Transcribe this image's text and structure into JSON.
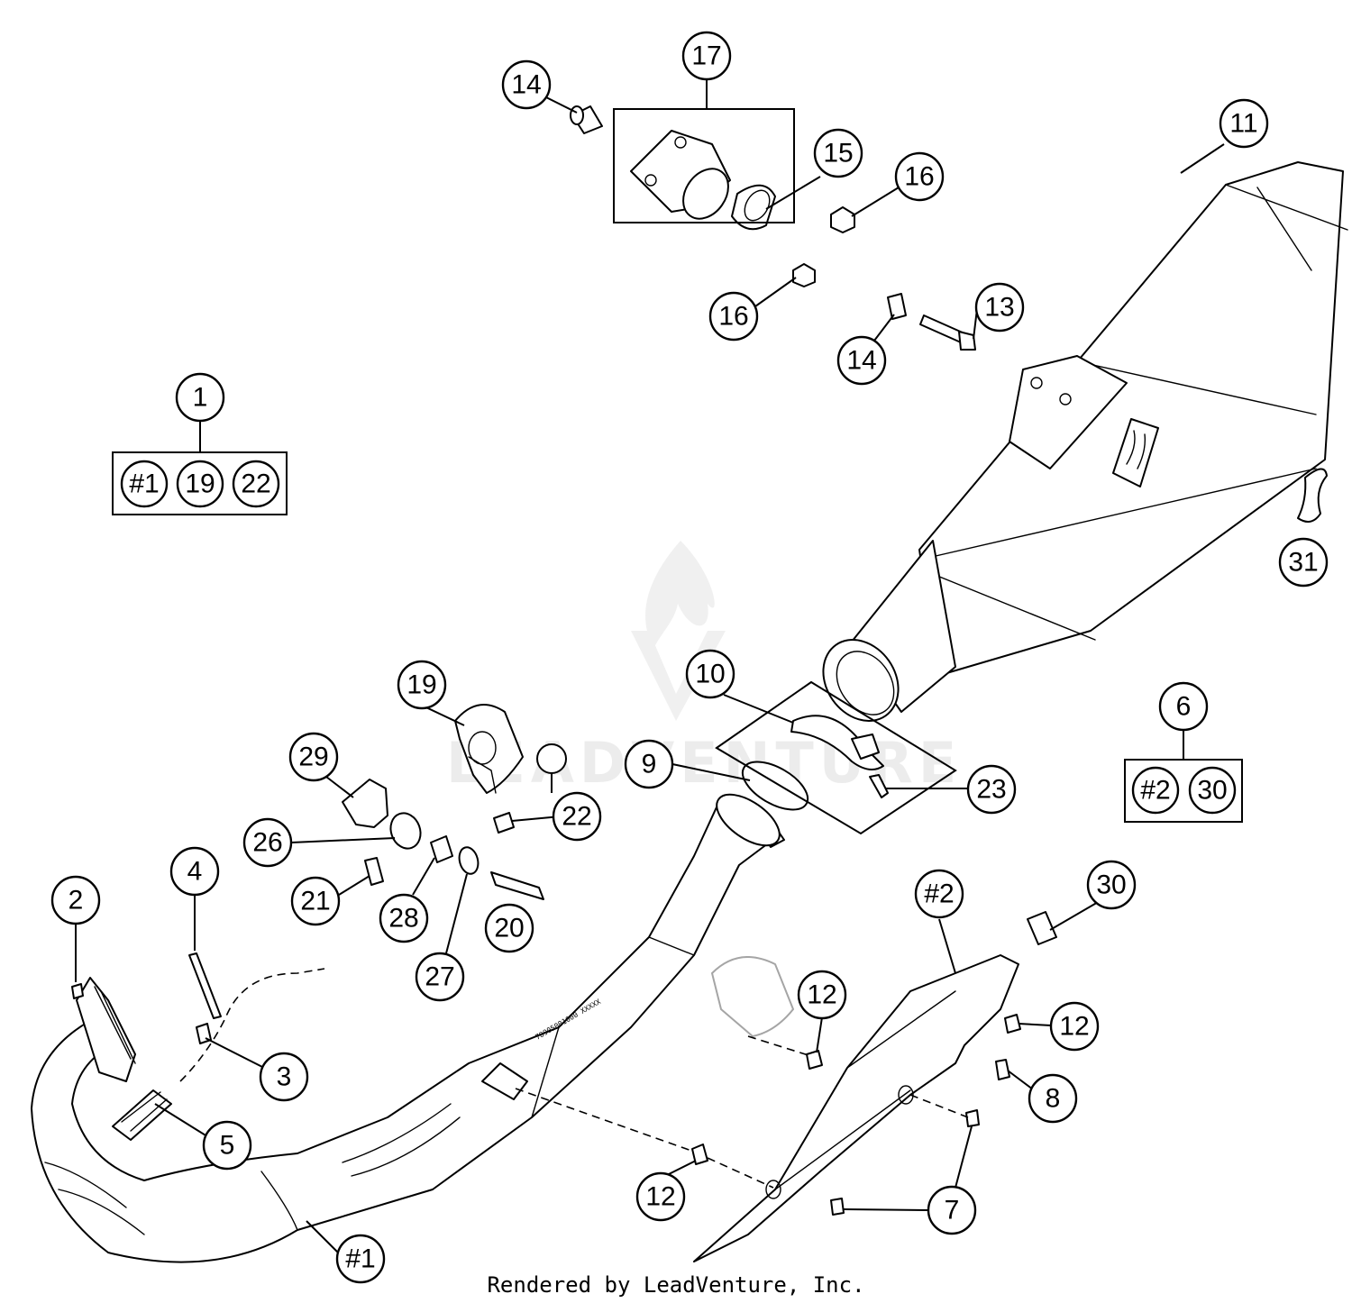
{
  "watermark": {
    "text": "LEADVENTURE"
  },
  "footer": {
    "credit": "Rendered by LeadVenture, Inc."
  },
  "pipe_stamp": "78905001000 XXXXX",
  "callouts": {
    "c1": "1",
    "c2": "2",
    "c3": "3",
    "c4": "4",
    "c5": "5",
    "c6": "6",
    "c7": "7",
    "c8": "8",
    "c9": "9",
    "c10": "10",
    "c11": "11",
    "c12a": "12",
    "c12b": "12",
    "c12c": "12",
    "c13": "13",
    "c14a": "14",
    "c14b": "14",
    "c15": "15",
    "c16a": "16",
    "c16b": "16",
    "c17": "17",
    "c19": "19",
    "c20": "20",
    "c21": "21",
    "c22": "22",
    "c23": "23",
    "c26": "26",
    "c27": "27",
    "c28": "28",
    "c29": "29",
    "c30": "30",
    "c31": "31",
    "h1": "#1",
    "h2": "#2"
  },
  "kits": {
    "kit1": {
      "items": [
        "#1",
        "19",
        "22"
      ]
    },
    "kit6": {
      "items": [
        "#2",
        "30"
      ]
    }
  }
}
